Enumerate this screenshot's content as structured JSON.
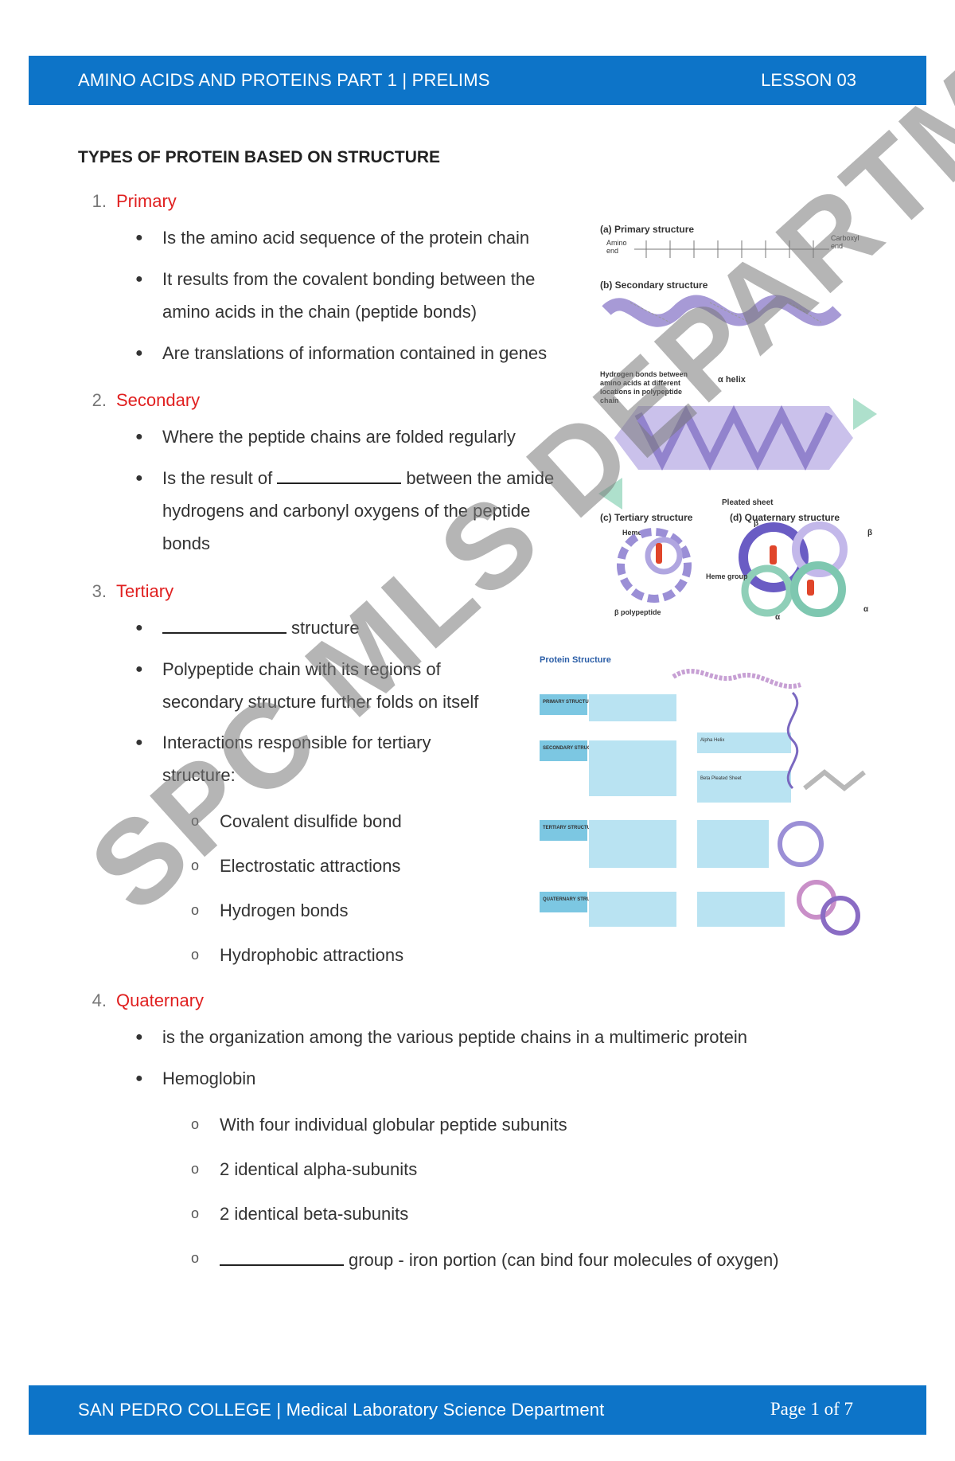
{
  "header": {
    "title": "AMINO ACIDS AND PROTEINS PART 1 | PRELIMS",
    "lesson": "LESSON 03"
  },
  "footer": {
    "institution": "SAN PEDRO COLLEGE | Medical Laboratory Science Department",
    "page": "Page 1 of 7"
  },
  "section_title": "TYPES OF PROTEIN BASED ON STRUCTURE",
  "items": [
    {
      "num": "1.",
      "label": "Primary",
      "bullets": [
        "Is the amino acid sequence of the protein chain",
        "It results from the covalent bonding between the",
        "amino acids in the chain (peptide bonds)",
        "Are translations of information contained in genes"
      ]
    },
    {
      "num": "2.",
      "label": "Secondary",
      "bullets": [
        "Where the peptide chains are folded regularly",
        "Is the result of",
        "between the amide",
        "hydrogens and carbonyl oxygens of the peptide",
        "bonds"
      ]
    },
    {
      "num": "3.",
      "label": "Tertiary",
      "bullets": [
        "structure",
        "Polypeptide chain with its regions of",
        "secondary structure further folds on itself",
        "Interactions responsible for tertiary",
        "structure:"
      ],
      "subs": [
        "Covalent disulfide bond",
        "Electrostatic attractions",
        "Hydrogen bonds",
        "Hydrophobic attractions"
      ]
    },
    {
      "num": "4.",
      "label": "Quaternary",
      "bullets": [
        "is the organization among the various peptide chains in a multimeric protein",
        "Hemoglobin"
      ],
      "subs": [
        "With four individual globular peptide subunits",
        "2 identical alpha-subunits",
        "2 identical beta-subunits",
        "group - iron portion (can bind four molecules of oxygen)"
      ]
    }
  ],
  "figure1": {
    "a": "(a) Primary structure",
    "amino_end_1": "Amino",
    "amino_end_2": "end",
    "carboxyl_end_1": "Carboxyl",
    "carboxyl_end_2": "end",
    "b": "(b) Secondary structure",
    "hbond_1": "Hydrogen bonds between",
    "hbond_2": "amino acids at different",
    "hbond_3": "locations in polypeptide",
    "hbond_4": "chain",
    "alpha_helix": "α helix",
    "pleated_sheet": "Pleated sheet",
    "c": "(c) Tertiary structure",
    "d": "(d) Quaternary structure",
    "heme": "Heme",
    "heme_group": "Heme group",
    "beta_poly": "β polypeptide",
    "beta": "β",
    "alpha": "α"
  },
  "figure2": {
    "title": "Protein Structure",
    "rows": [
      "PRIMARY STRUCTURE",
      "SECONDARY STRUCTURE",
      "TERTIARY STRUCTURE",
      "QUATERNARY STRUCTURE"
    ],
    "alpha_helix": "Alpha Helix",
    "beta_sheet": "Beta Pleated Sheet"
  },
  "watermark": "SPC MLS DEPARTMENT"
}
